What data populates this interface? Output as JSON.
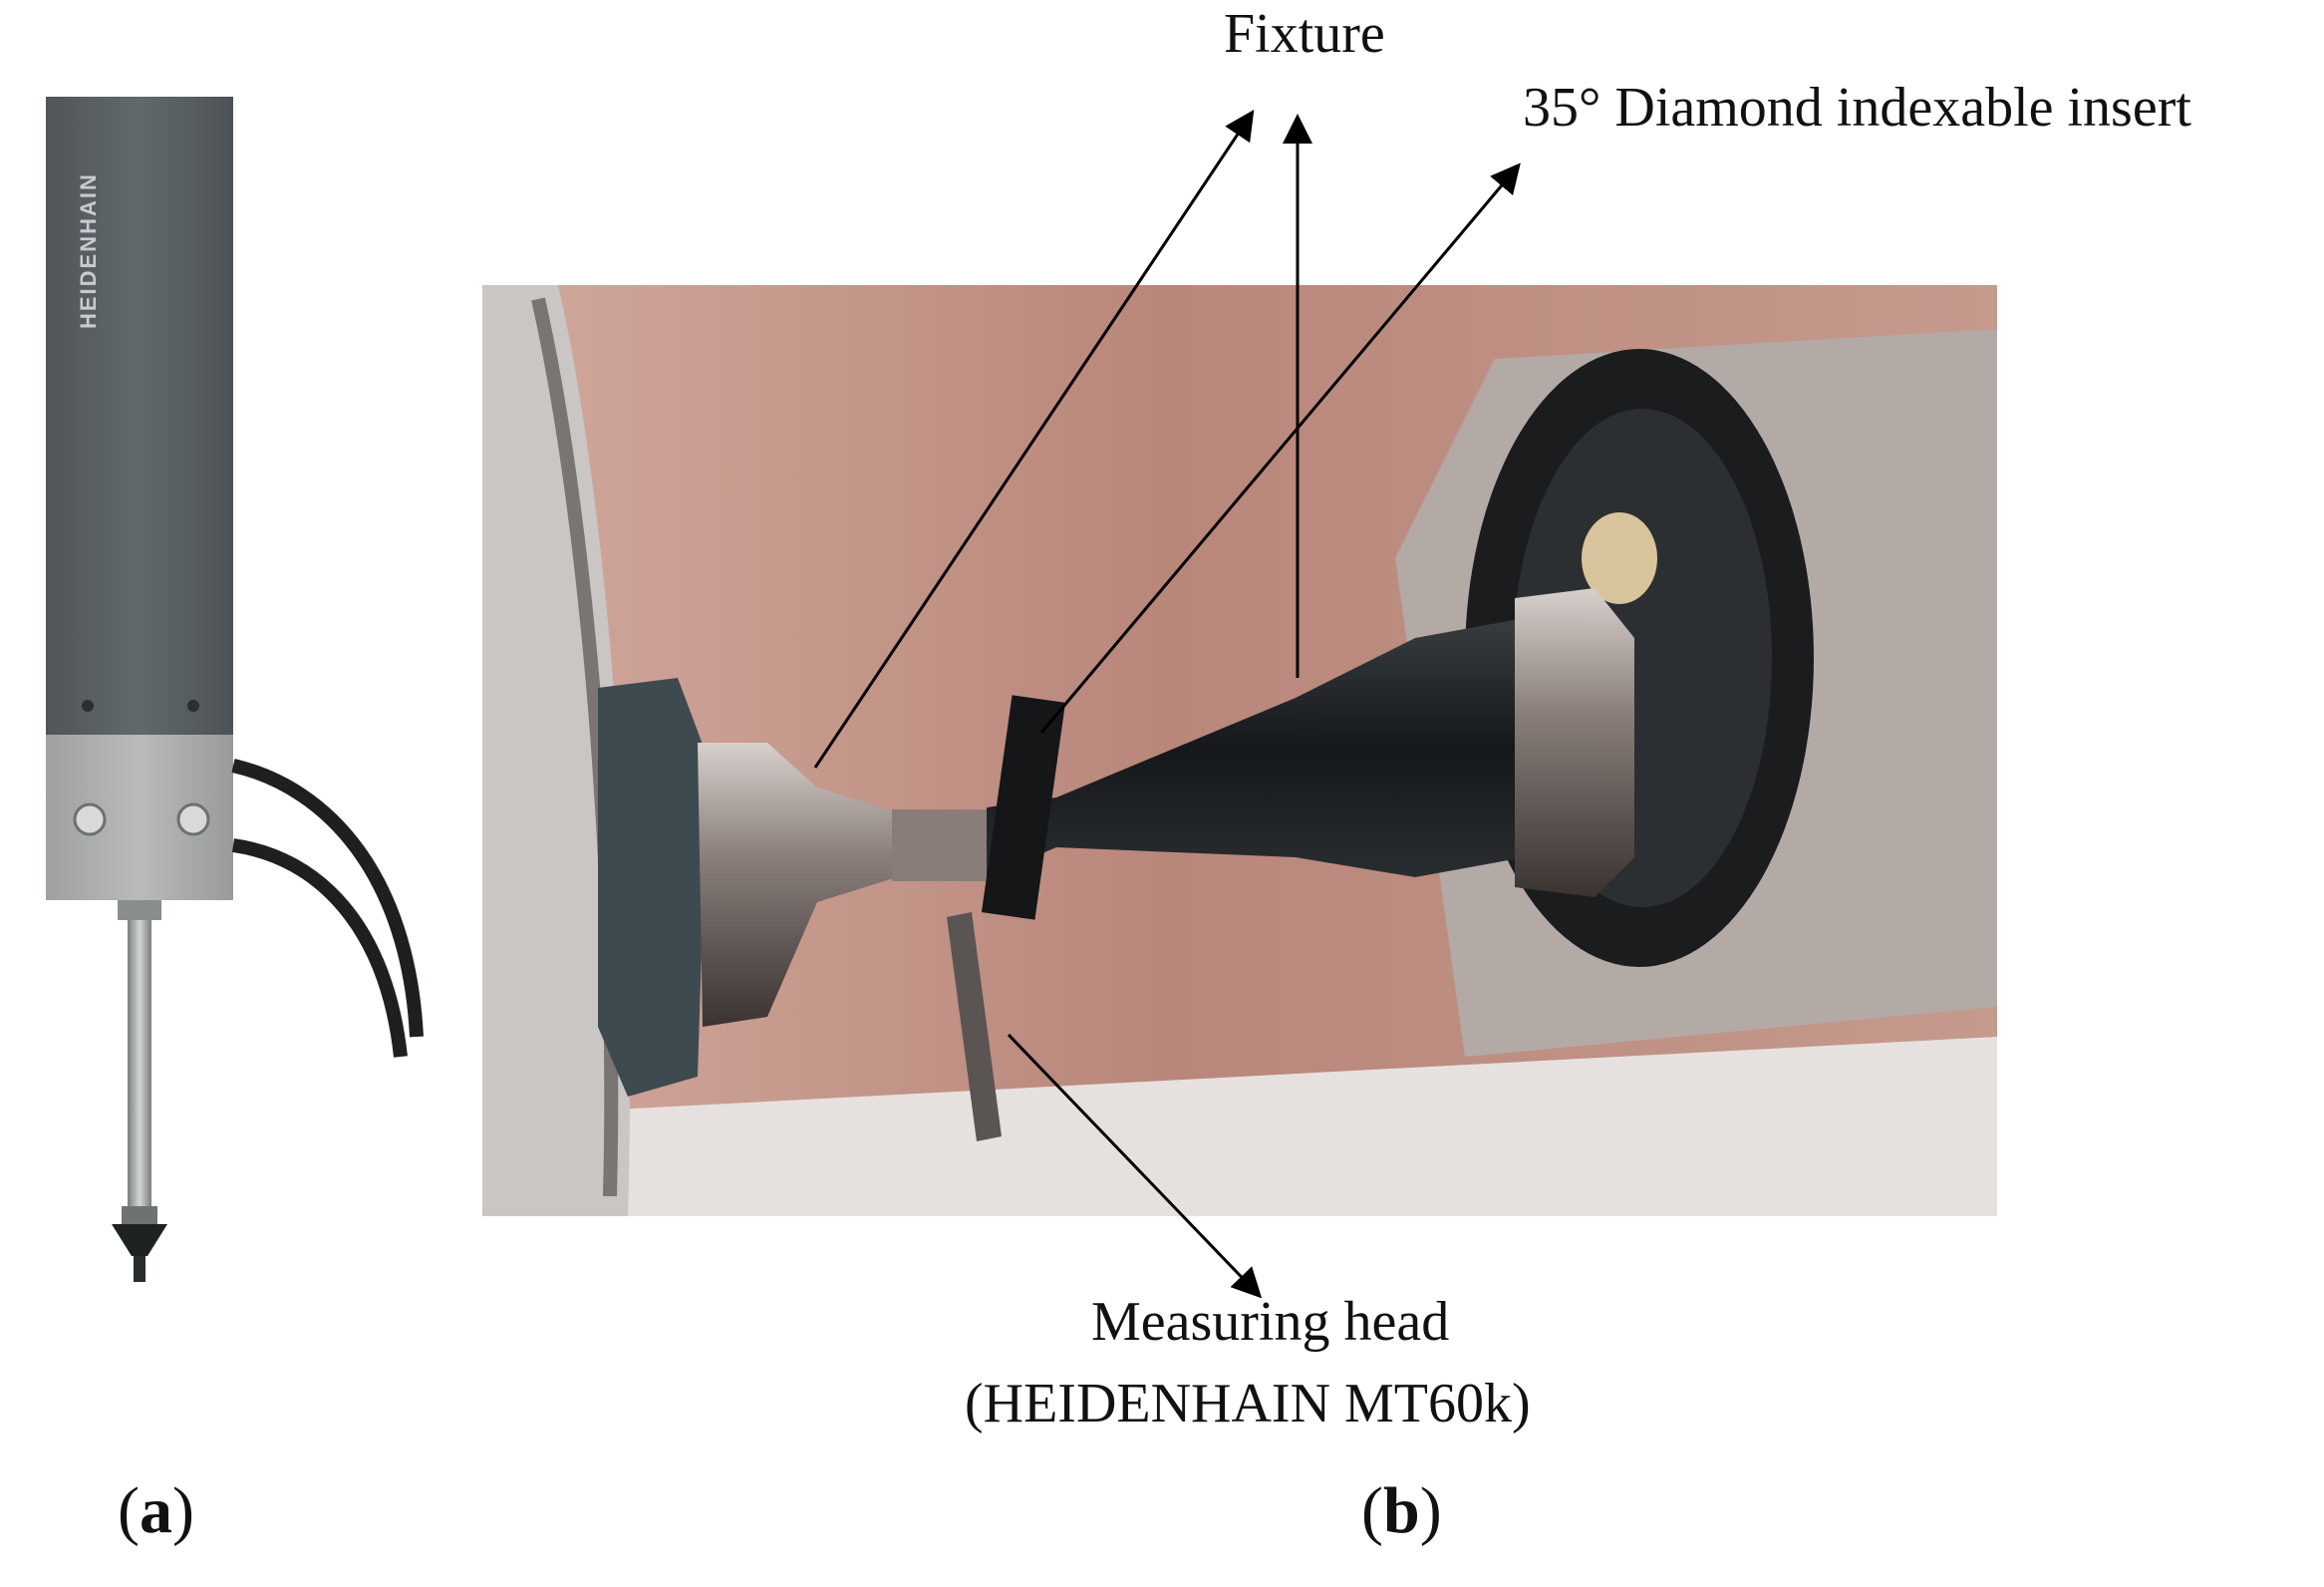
{
  "labels": {
    "fixture": "Fixture",
    "insert": "35° Diamond indexable insert",
    "measuring_head_line1": "Measuring head",
    "measuring_head_line2": "(HEIDENHAIN MT60k)"
  },
  "captions": {
    "a_open": "(",
    "a_letter": "a",
    "a_close": ")",
    "b_open": "(",
    "b_letter": "b",
    "b_close": ")"
  },
  "device_brand": "HEIDENHAIN",
  "colors": {
    "probe_body": "#5b6266",
    "probe_clamp": "#a9acab",
    "photo_background": "#c08e80",
    "arrow": "#000000"
  }
}
